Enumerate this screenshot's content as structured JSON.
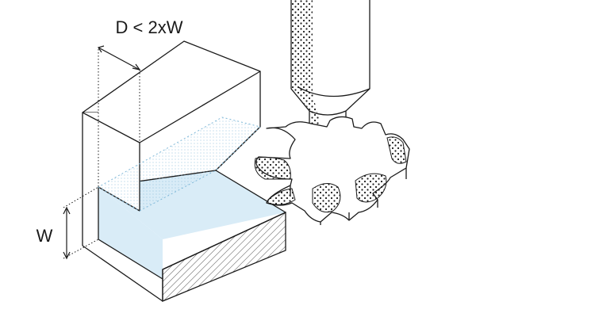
{
  "labels": {
    "depth_rule": "D < 2xW",
    "width": "W"
  },
  "colors": {
    "line": "#1a1a1a",
    "slot_fill": "#d9ecf7",
    "dots": "#1a1a1a"
  },
  "parts": [
    "workpiece-block",
    "t-slot-cutter",
    "shank",
    "slot",
    "depth-dimension",
    "width-dimension"
  ]
}
